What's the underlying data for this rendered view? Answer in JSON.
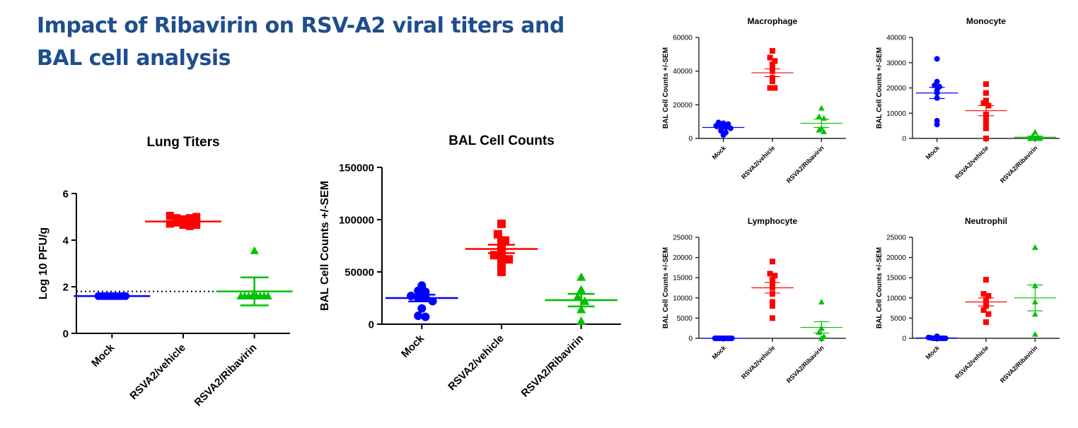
{
  "slide": {
    "title_line1": "Impact of Ribavirin on RSV-A2 viral titers and",
    "title_line2": "BAL cell analysis",
    "title_color": "#1f4e8c"
  },
  "colors": {
    "Mock": "#0000ff",
    "RSVA2/vehicle": "#ff0000",
    "RSVA2/Ribavirin": "#00c000"
  },
  "markers": {
    "Mock": "circle",
    "RSVA2/vehicle": "square",
    "RSVA2/Ribavirin": "triangle"
  },
  "chart_data": [
    {
      "id": "lung",
      "type": "scatter",
      "title": "Lung Titers",
      "ylabel": "Log 10 PFU/g",
      "categories": [
        "Mock",
        "RSVA2/vehicle",
        "RSVA2/Ribavirin"
      ],
      "ylim": [
        0,
        6
      ],
      "yticks": [
        0,
        2,
        4,
        6
      ],
      "ytick_labels": [
        "0",
        "2",
        "4",
        "6"
      ],
      "reference_line": 1.8,
      "groups": [
        {
          "name": "Mock",
          "values": [
            1.6,
            1.6,
            1.6,
            1.6,
            1.6,
            1.6,
            1.6,
            1.6,
            1.6,
            1.6
          ],
          "mean": 1.6,
          "sem": 0.0
        },
        {
          "name": "RSVA2/vehicle",
          "values": [
            5.05,
            4.95,
            4.9,
            4.95,
            5.0,
            4.7,
            4.75,
            4.65,
            4.6,
            4.65
          ],
          "mean": 4.8,
          "sem": 0.12
        },
        {
          "name": "RSVA2/Ribavirin",
          "values": [
            3.55,
            1.6,
            1.6,
            1.6,
            1.6,
            1.6,
            1.6,
            1.6,
            1.6
          ],
          "mean": 1.8,
          "sem": 0.6
        }
      ]
    },
    {
      "id": "bal",
      "type": "scatter",
      "title": "BAL Cell Counts",
      "ylabel": "BAL Cell Counts +/-SEM",
      "categories": [
        "Mock",
        "RSVA2/vehicle",
        "RSVA2/Ribavirin"
      ],
      "ylim": [
        0,
        150000
      ],
      "yticks": [
        0,
        50000,
        100000,
        150000
      ],
      "ytick_labels": [
        "0",
        "50000",
        "100000",
        "150000"
      ],
      "groups": [
        {
          "name": "Mock",
          "values": [
            37000,
            32000,
            31000,
            27000,
            25000,
            26000,
            22000,
            15000,
            8000,
            7000
          ],
          "mean": 25000,
          "sem": 3200
        },
        {
          "name": "RSVA2/vehicle",
          "values": [
            96000,
            86000,
            80000,
            78000,
            72000,
            66000,
            65000,
            62000,
            58000,
            50000
          ],
          "mean": 72000,
          "sem": 4000
        },
        {
          "name": "RSVA2/Ribavirin",
          "values": [
            45000,
            33000,
            26000,
            22000,
            14000,
            3000
          ],
          "mean": 23000,
          "sem": 6000
        }
      ]
    },
    {
      "id": "macrophage",
      "type": "scatter",
      "title": "Macrophage",
      "ylabel": "BAL Cell Counts +/-SEM",
      "categories": [
        "Mock",
        "RSVA2/vehicle",
        "RSVA2/Ribavirin"
      ],
      "ylim": [
        0,
        60000
      ],
      "yticks": [
        0,
        20000,
        40000,
        60000
      ],
      "ytick_labels": [
        "0",
        "20000",
        "40000",
        "60000"
      ],
      "groups": [
        {
          "name": "Mock",
          "values": [
            9500,
            9000,
            8500,
            7500,
            7000,
            6500,
            6000,
            4500,
            3500,
            2000
          ],
          "mean": 6500,
          "sem": 800
        },
        {
          "name": "RSVA2/vehicle",
          "values": [
            52000,
            48000,
            46000,
            44000,
            41000,
            40000,
            36000,
            34000,
            30000,
            30000
          ],
          "mean": 39000,
          "sem": 2300
        },
        {
          "name": "RSVA2/Ribavirin",
          "values": [
            18000,
            13000,
            12000,
            6000,
            5000,
            4000
          ],
          "mean": 9000,
          "sem": 2500
        }
      ]
    },
    {
      "id": "monocyte",
      "type": "scatter",
      "title": "Monocyte",
      "ylabel": "BAL Cell Counts +/-SEM",
      "categories": [
        "Mock",
        "RSVA2/vehicle",
        "RSVA2/Ribavirin"
      ],
      "ylim": [
        0,
        40000
      ],
      "yticks": [
        0,
        10000,
        20000,
        30000,
        40000
      ],
      "ytick_labels": [
        "0",
        "10000",
        "20000",
        "30000",
        "40000"
      ],
      "groups": [
        {
          "name": "Mock",
          "values": [
            31500,
            22500,
            21000,
            20500,
            19000,
            18000,
            16000,
            7000,
            5500
          ],
          "mean": 18000,
          "sem": 2200
        },
        {
          "name": "RSVA2/vehicle",
          "values": [
            21500,
            18000,
            15000,
            14000,
            13000,
            9500,
            8000,
            6000,
            4000,
            0
          ],
          "mean": 11000,
          "sem": 2000
        },
        {
          "name": "RSVA2/Ribavirin",
          "values": [
            2500,
            1000,
            500,
            0,
            0,
            0
          ],
          "mean": 500,
          "sem": 400
        }
      ]
    },
    {
      "id": "lymphocyte",
      "type": "scatter",
      "title": "Lymphocyte",
      "ylabel": "BAL Cell Counts +/-SEM",
      "categories": [
        "Mock",
        "RSVA2/vehicle",
        "RSVA2/Ribavirin"
      ],
      "ylim": [
        0,
        25000
      ],
      "yticks": [
        0,
        5000,
        10000,
        15000,
        20000,
        25000
      ],
      "ytick_labels": [
        "0",
        "5000",
        "10000",
        "15000",
        "20000",
        "25000"
      ],
      "groups": [
        {
          "name": "Mock",
          "values": [
            0,
            0,
            0,
            0,
            0,
            0,
            0,
            0,
            0,
            0
          ],
          "mean": 0,
          "sem": 0
        },
        {
          "name": "RSVA2/vehicle",
          "values": [
            19000,
            16000,
            15500,
            14500,
            13500,
            12500,
            11000,
            9000,
            8000,
            5000
          ],
          "mean": 12500,
          "sem": 1300
        },
        {
          "name": "RSVA2/Ribavirin",
          "values": [
            9000,
            2500,
            1500,
            500,
            0
          ],
          "mean": 2700,
          "sem": 1400
        }
      ]
    },
    {
      "id": "neutrophil",
      "type": "scatter",
      "title": "Neutrophil",
      "ylabel": "BAL Cell Counts +/-SEM",
      "categories": [
        "Mock",
        "RSVA2/vehicle",
        "RSVA2/Ribavirin"
      ],
      "ylim": [
        0,
        25000
      ],
      "yticks": [
        0,
        5000,
        10000,
        15000,
        20000,
        25000
      ],
      "ytick_labels": [
        "0",
        "5000",
        "10000",
        "15000",
        "20000",
        "25000"
      ],
      "groups": [
        {
          "name": "Mock",
          "values": [
            500,
            200,
            100,
            0,
            0,
            0,
            0,
            0,
            0
          ],
          "mean": 100,
          "sem": 80
        },
        {
          "name": "RSVA2/vehicle",
          "values": [
            14500,
            11000,
            10500,
            9500,
            9000,
            8000,
            7000,
            6000,
            4000
          ],
          "mean": 9000,
          "sem": 1000
        },
        {
          "name": "RSVA2/Ribavirin",
          "values": [
            22500,
            13000,
            9000,
            6000,
            1000
          ],
          "mean": 10000,
          "sem": 3200
        }
      ]
    }
  ]
}
